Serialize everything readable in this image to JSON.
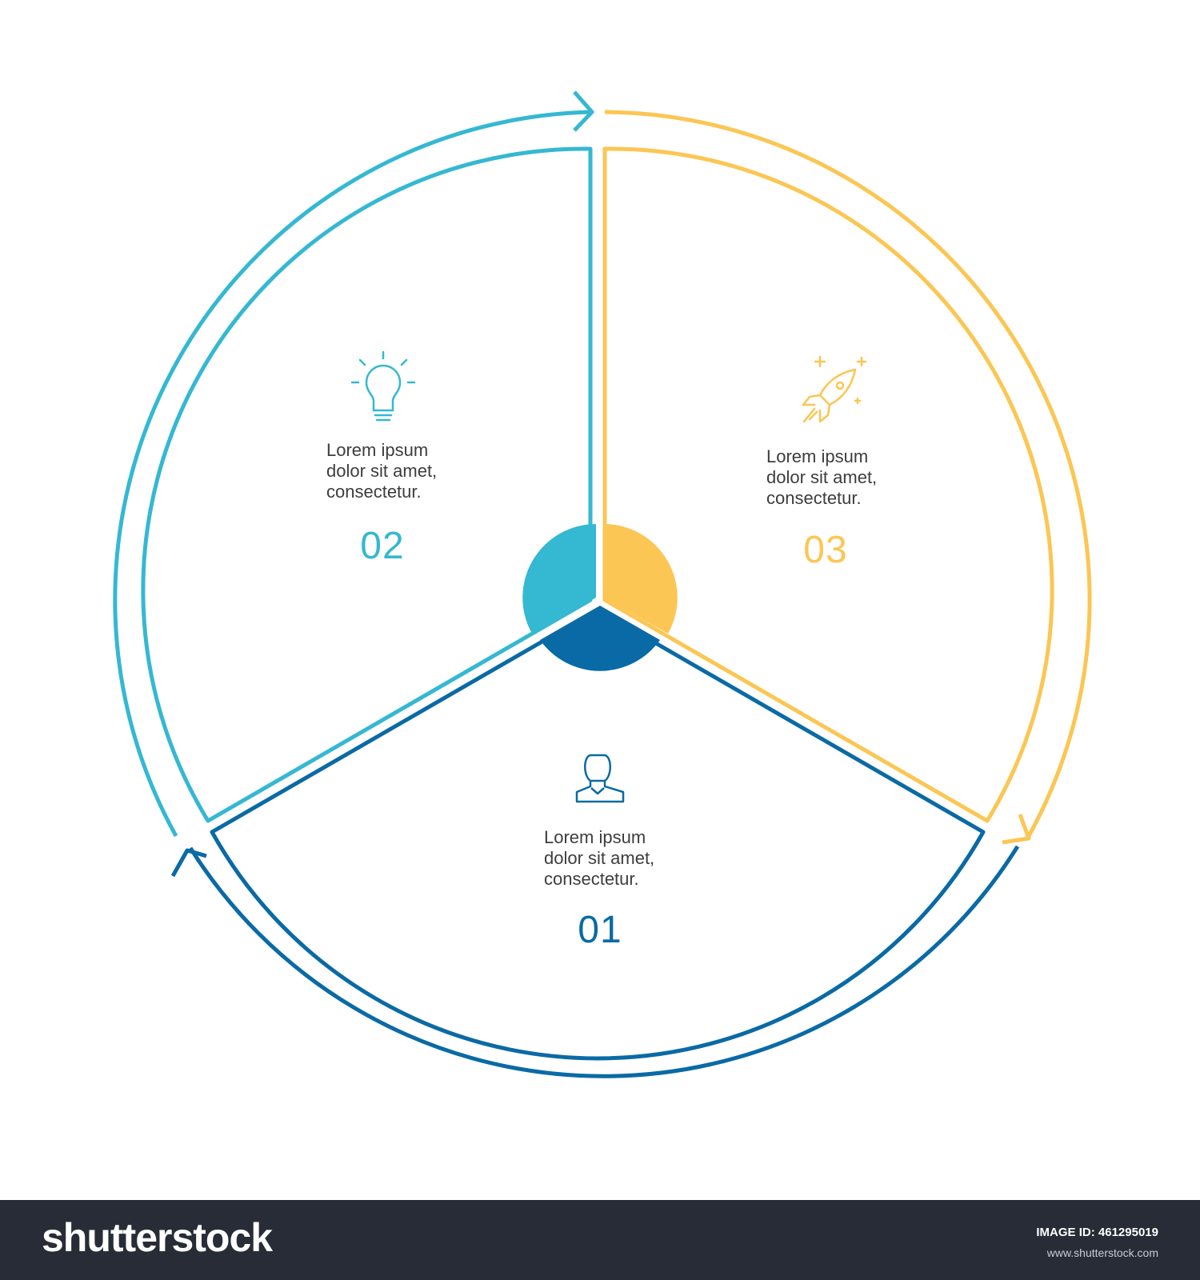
{
  "colors": {
    "segment_01": "#0a6aa5",
    "segment_02": "#35b8d2",
    "segment_03": "#fbc653",
    "text": "#3d3d3d",
    "footer_bg": "#282c37"
  },
  "segments": [
    {
      "number": "01",
      "icon": "person-icon",
      "text_lines": [
        "Lorem ipsum",
        "dolor sit amet,",
        "consectetur."
      ]
    },
    {
      "number": "02",
      "icon": "lightbulb-icon",
      "text_lines": [
        "Lorem ipsum",
        "dolor sit amet,",
        "consectetur."
      ]
    },
    {
      "number": "03",
      "icon": "rocket-icon",
      "text_lines": [
        "Lorem ipsum",
        "dolor sit amet,",
        "consectetur."
      ]
    }
  ],
  "footer": {
    "logo": "shutterstock",
    "image_id_label": "IMAGE ID:",
    "image_id": "461295019",
    "site": "www.shutterstock.com"
  }
}
